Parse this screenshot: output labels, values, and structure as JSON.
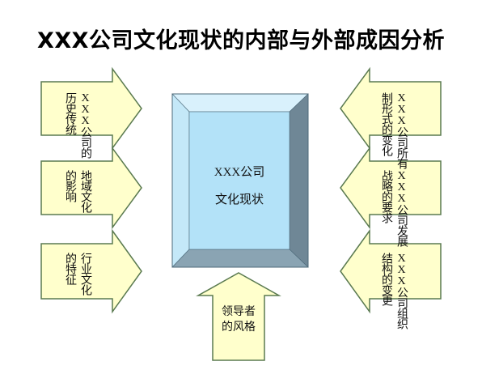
{
  "title": "XXX公司文化现状的内部与外部成因分析",
  "center": {
    "line1": "XXX公司",
    "line2": "文化现状"
  },
  "left_factors": [
    {
      "col1": "XXX公司的",
      "col2": "历史传统"
    },
    {
      "col1": "地域文化",
      "col2": "的影响"
    },
    {
      "col1": "行业文化",
      "col2": "的特征"
    }
  ],
  "right_factors": [
    {
      "col1": "XXX公司所有",
      "col2": "制形式的变化"
    },
    {
      "col1": "XXX公司发展",
      "col2": "战略的要求"
    },
    {
      "col1": "XXX公司组织",
      "col2": "结构的变更"
    }
  ],
  "bottom_factor": {
    "line1": "领导者",
    "line2": "的风格"
  },
  "colors": {
    "arrow_fill": "#ffffcc",
    "arrow_stroke": "#5a7a50",
    "box_face": "#b3e2f8",
    "box_bevel_top": "#d9f1fc",
    "box_bevel_left": "#c4e8f8",
    "box_bevel_right": "#6f8796",
    "box_bevel_bottom": "#8aa4b3"
  }
}
